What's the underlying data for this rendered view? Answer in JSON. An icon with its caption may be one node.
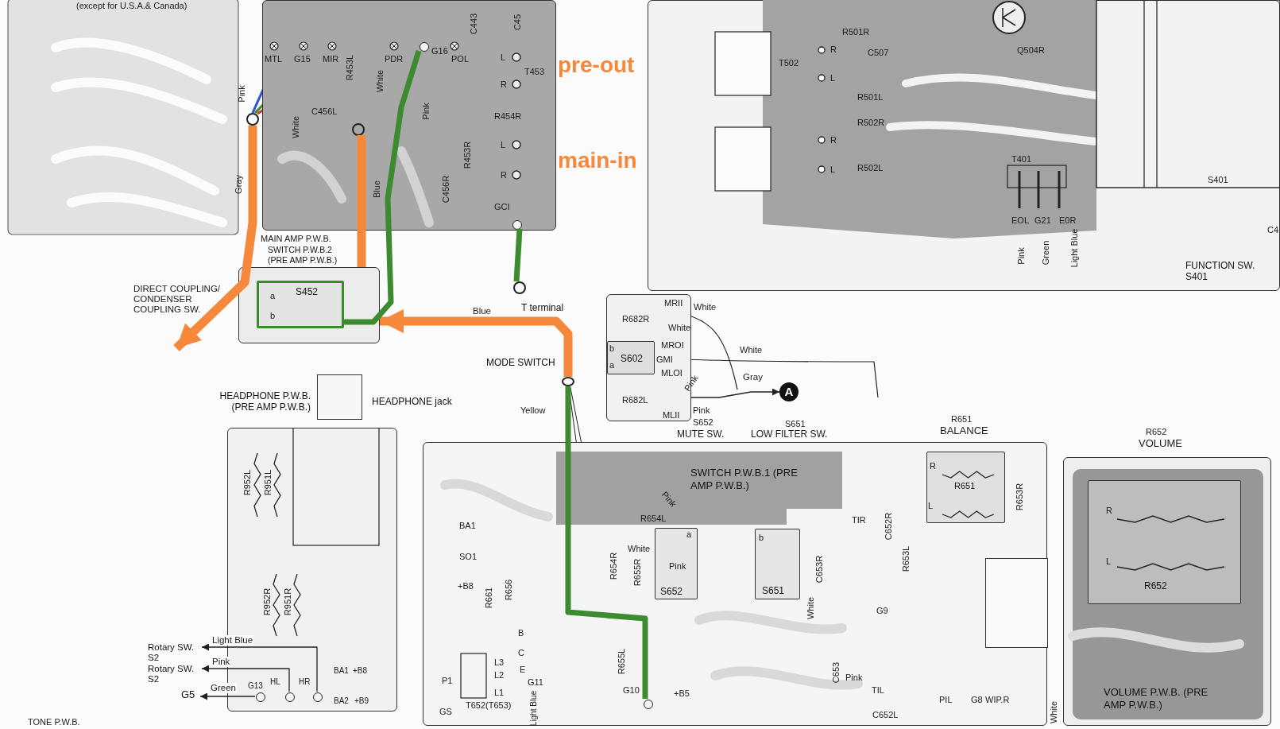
{
  "diagram": {
    "nodes": [
      {
        "text": [],
        "shape": "box"
      },
      {
        "text": [
          "SWITCH P.W.B.2 (PRE AMP P.W.B.)"
        ]
      },
      {
        "text": [
          "S452"
        ],
        "in": 1
      },
      {
        "text": [],
        "shape": "circle"
      },
      {
        "text": [],
        "shape": "circle",
        "in": 0
      },
      {
        "text": [],
        "shape": "circle",
        "in": 0
      },
      {
        "text": [],
        "shape": "circle",
        "in": 0,
        "beside": [
          "G16"
        ]
      },
      {
        "text": [],
        "shape": "circle",
        "beside": [
          "T terminal"
        ]
      },
      {
        "text": [
          "FUNCTION SW. S401"
        ]
      },
      {
        "text": [],
        "shape": "box"
      },
      {
        "text": [
          "S602"
        ],
        "in": 9
      },
      {
        "text": [],
        "shape": "circle",
        "beside": [
          "MODE SWITCH"
        ]
      },
      {
        "text": [
          "A"
        ]
      },
      {
        "text": [
          "HEADPHONE P.W.B. (PRE AMP P.W.B.)"
        ]
      },
      {
        "text": [],
        "shape": "box",
        "beside": [
          "HEADPHONE jack"
        ]
      },
      {
        "text": [
          "SWITCH P.W.B.1 (PRE AMP P.W.B.)"
        ]
      },
      {
        "text": [
          "S652"
        ],
        "in": 15
      },
      {
        "text": [
          "S651"
        ],
        "in": 15
      },
      {
        "text": [],
        "shape": "circle",
        "in": 15
      },
      {
        "text": [
          "R651"
        ],
        "in": 15
      },
      {
        "text": [],
        "shape": "box",
        "in": 15
      },
      {
        "text": [
          "VOLUME P.W.B. (PRE AMP P.W.B.)"
        ]
      },
      {
        "text": [
          "R652"
        ],
        "in": 21
      },
      {
        "text": [
          "Rotary SW. S2"
        ]
      },
      {
        "text": [
          "Rotary SW. S2"
        ]
      },
      {
        "text": [
          "G5"
        ]
      },
      {
        "text": [],
        "shape": "circle",
        "in": 13
      },
      {
        "text": [],
        "shape": "circle",
        "in": 13
      },
      {
        "text": [],
        "shape": "circle",
        "in": 13
      }
    ],
    "edges": [
      {
        "from": 11,
        "to": 1,
        "arrow": "to",
        "label": "Blue",
        "color": "#f5883a"
      },
      {
        "from": 3,
        "to": null,
        "arrow": "to",
        "color": "#f5883a"
      },
      {
        "from": 1,
        "to": 4,
        "arrow": "none",
        "color": "#f5883a"
      },
      {
        "from": 7,
        "to": 5,
        "arrow": "none",
        "color": "#3d8b2f"
      },
      {
        "from": 2,
        "to": 6,
        "arrow": "none",
        "color": "#3d8b2f"
      },
      {
        "from": 11,
        "to": 18,
        "arrow": "none",
        "color": "#3d8b2f"
      },
      {
        "from": 9,
        "to": 12,
        "arrow": "to",
        "label": "Gray"
      },
      {
        "from": 28,
        "to": 23,
        "arrow": "to",
        "label": "Light Blue"
      },
      {
        "from": 27,
        "to": 24,
        "arrow": "to",
        "label": "Pink"
      },
      {
        "from": 26,
        "to": 25,
        "arrow": "to",
        "label": "Green"
      }
    ],
    "labels": [
      "(except for U.S.A.& Canada)",
      "C443",
      "C45",
      "MTL",
      "G15",
      "MIR",
      "R453L",
      "PDR",
      "POL",
      "L",
      "T453",
      "pre-out",
      "R",
      "Pink",
      "White",
      "R454R",
      "C456L",
      "White",
      "Pink",
      "L",
      "main-in",
      "R453R",
      "R",
      "Gray",
      "Blue",
      "C456R",
      "GCI",
      "MAIN AMP P.W.B.",
      "DIRECT COUPLING/ CONDENSER COUPLING SW.",
      "a",
      "b",
      "R501R",
      "C507",
      "T502",
      "R",
      "L",
      "R501L",
      "R502R",
      "R",
      "L",
      "R502L",
      "Q504R",
      "T401",
      "EOL",
      "G21",
      "E0R",
      "S401",
      "Pink",
      "Green",
      "Light Blue",
      "C4",
      "MRII",
      "White",
      "R682R",
      "White",
      "b",
      "MROI",
      "GMI",
      "a",
      "MLOI",
      "Pink",
      "R682L",
      "MLII",
      "Pink",
      "White",
      "Yellow",
      "S652",
      "MUTE SW.",
      "S651",
      "LOW FILTER SW.",
      "BA1",
      "SO1",
      "+B8",
      "R661",
      "R656",
      "B",
      "C",
      "L3",
      "P1",
      "L2",
      "E",
      "L1",
      "G11",
      "GS",
      "T652(T653)",
      "Light Blue",
      "R654L",
      "Pink",
      "a",
      "b",
      "White",
      "Pink",
      "R654R",
      "R655R",
      "C653R",
      "White",
      "R655L",
      "G10",
      "+B5",
      "C653",
      "Pink",
      "TIR",
      "C652R",
      "R653L",
      "G9",
      "TIL",
      "C652L",
      "PIL",
      "G8",
      "WIP.R",
      "White",
      "R651",
      "BALANCE",
      "R",
      "L",
      "R653R",
      "R652",
      "VOLUME",
      "R",
      "L",
      "R952L",
      "R951L",
      "R952R",
      "R951R",
      "G13",
      "HL",
      "HR",
      "BA1",
      "+B8",
      "BA2",
      "+B9",
      "TONE P.W.B."
    ]
  }
}
